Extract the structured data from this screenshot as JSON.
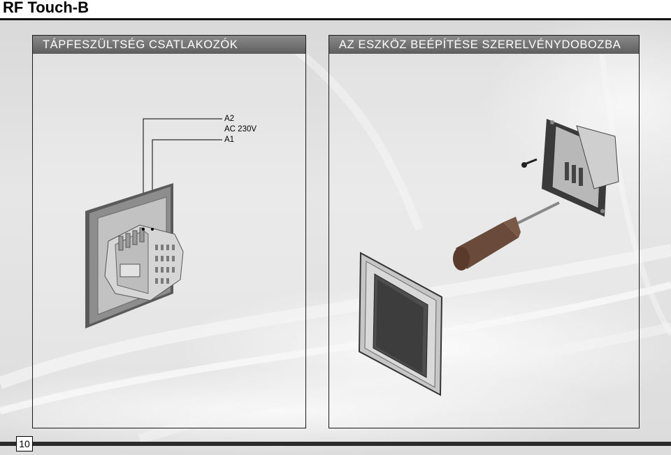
{
  "header": {
    "title": "RF Touch-B"
  },
  "panels": {
    "left": {
      "heading": "TÁPFESZÜLTSÉG CSATLAKOZÓK"
    },
    "right": {
      "heading": "AZ ESZKÖZ BEÉPÍTÉSE SZERELVÉNYDOBOZBA"
    }
  },
  "wires": {
    "a2": "A2",
    "ac": "AC 230V",
    "a1": "A1"
  },
  "footer": {
    "page_number": "10"
  }
}
